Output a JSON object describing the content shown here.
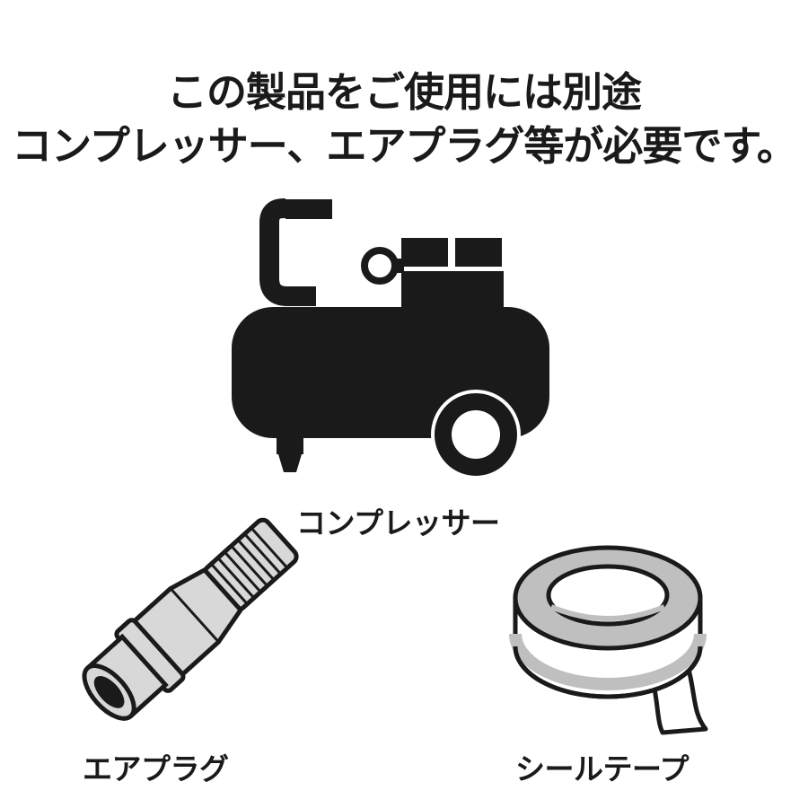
{
  "headline": {
    "line1": "この製品をご使用には別途",
    "line2": "コンプレッサー、エアプラグ等が必要です。"
  },
  "items": [
    {
      "label": "コンプレッサー",
      "icon": "air-compressor-icon"
    },
    {
      "label": "エアプラグ",
      "icon": "air-plug-icon"
    },
    {
      "label": "シールテープ",
      "icon": "seal-tape-icon"
    }
  ],
  "colors": {
    "ink": "#1a1a1a",
    "metal_fill": "#d8d8d8",
    "tape_gray": "#bfbfbf",
    "background": "#ffffff"
  }
}
